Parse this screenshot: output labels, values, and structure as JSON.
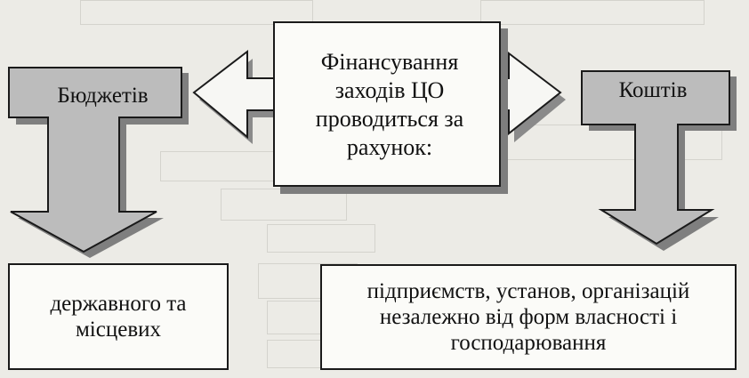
{
  "diagram": {
    "center": {
      "text": "Фінансування заходів ЦО проводиться за рахунок:"
    },
    "left": {
      "title": "Бюджетів",
      "subtitle": "державного та місцевих"
    },
    "right": {
      "title": "Коштів",
      "subtitle": "підприємств, установ, організацій незалежно від форм власності і господарювання"
    },
    "colors": {
      "arrow_fill": "#bcbcbc",
      "arrow_shadow": "#7f7f7f",
      "box_fill": "#fbfbf8",
      "border": "#1a1a1a",
      "background": "#ecebe6"
    }
  }
}
